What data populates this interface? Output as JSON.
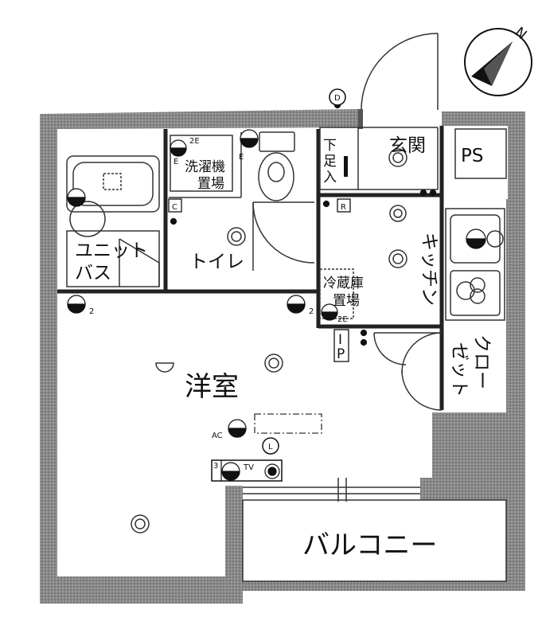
{
  "rooms": {
    "genkan": "玄関",
    "getabako": [
      "下",
      "足",
      "入"
    ],
    "ps": "PS",
    "washer": [
      "洗濯機",
      "置場"
    ],
    "toilet": "トイレ",
    "unit_bath": [
      "ユニット",
      "バス"
    ],
    "kitchen": "キッチン",
    "fridge": [
      "冷蔵庫",
      "置場"
    ],
    "closet": [
      "クロー",
      "ゼット"
    ],
    "western_room": "洋室",
    "balcony": "バルコニー"
  },
  "symbols": {
    "d": "D",
    "r": "R",
    "c": "C",
    "l": "L",
    "ip": [
      "I",
      "P"
    ],
    "ac": "AC",
    "tv": "TV",
    "e1": "E",
    "e2": "E",
    "two_e_washer": "2E",
    "two_e_fridge": "2E",
    "two_left": "2",
    "two_mid": "2",
    "three": "3"
  },
  "compass": {
    "north": "N"
  }
}
